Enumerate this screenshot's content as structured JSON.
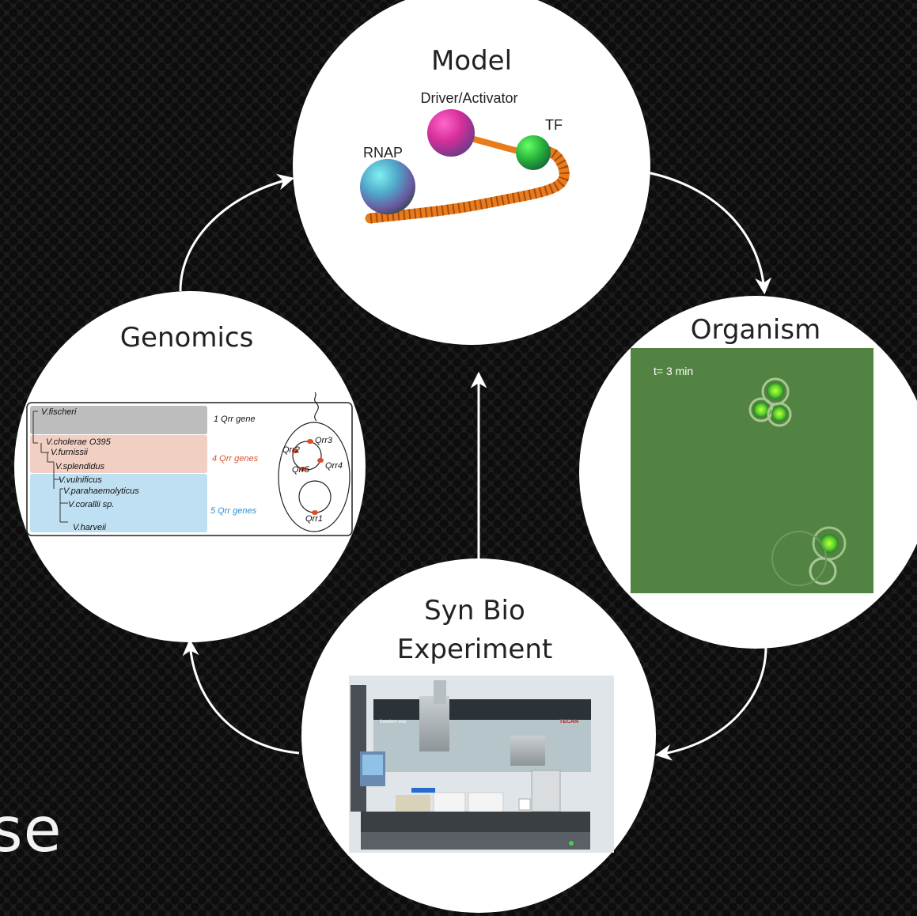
{
  "colors": {
    "background": "#1c1c1c",
    "circle": "#ffffff",
    "arrow": "#ffffff",
    "group_gray": "#bdbdbd",
    "group_salmon": "#f1cfc3",
    "group_blue": "#bfe0f2",
    "four_genes_text": "#d9542b",
    "five_genes_text": "#2f8fd0",
    "dna_orange": "#e87c1c",
    "organism_green": "#4f7f3f"
  },
  "model": {
    "title": "Model",
    "rnap_label": "RNAP",
    "driver_label": "Driver/Activator",
    "tf_label": "TF"
  },
  "organism": {
    "title": "Organism",
    "time_label": "t=  3 min"
  },
  "genomics": {
    "title": "Genomics",
    "species": [
      "V.fischeri",
      "V.cholerae O395",
      "V.furnissii",
      "V.splendidus",
      "V.vulnificus",
      "V.parahaemolyticus",
      "V.corallii sp.",
      "V.harveii"
    ],
    "gene_counts": [
      "1 Qrr gene",
      "4 Qrr genes",
      "5 Qrr genes"
    ],
    "qrr_labels": [
      "Qrr2",
      "Qrr3",
      "Qrr4",
      "Qrr5",
      "Qrr1"
    ]
  },
  "synbio": {
    "title_line1": "Syn Bio",
    "title_line2": "Experiment",
    "brand_left": "freedom evo",
    "brand_right": "TECAN"
  },
  "partial_text": "se"
}
